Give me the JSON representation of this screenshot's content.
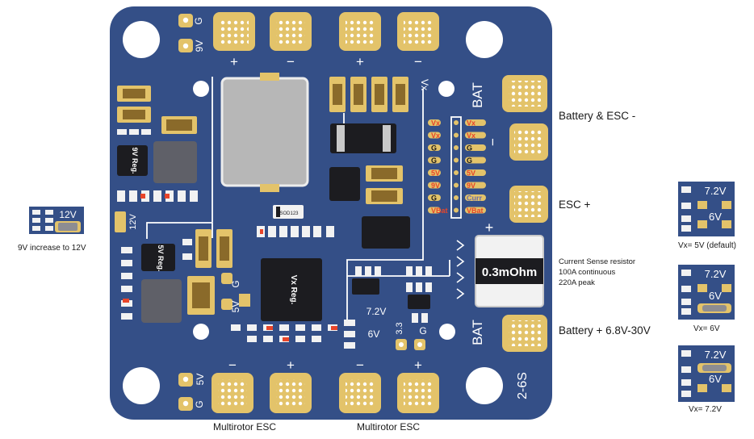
{
  "board": {
    "top_pins": [
      "G",
      "9V"
    ],
    "bottom_pins": [
      "5V",
      "G"
    ],
    "top_polarity": [
      "+",
      "−",
      "+",
      "−"
    ],
    "bottom_polarity": [
      "−",
      "+",
      "−",
      "+"
    ],
    "bat_top": "BAT",
    "bat_bottom": "BAT",
    "bat_minus": "−",
    "bat_plus": "+",
    "vx_label": "Vx",
    "reg9_label": "9V Reg.",
    "reg5_label": "5V Reg.",
    "regvx_label": "Vx Reg.",
    "label_12v": "12V",
    "label_g": "G",
    "label_5v": "5V",
    "label_72v": "7.2V",
    "label_6v": "6V",
    "label_33": "3.3",
    "label_g2": "G",
    "shunt_label": "0.3mOhm",
    "cell_label": "2-6S",
    "diode_label": "SOD123",
    "header_rows": [
      {
        "left": "Vx",
        "right": "Vx",
        "right_color": "#e8452a"
      },
      {
        "left": "Vx",
        "right": "Vx",
        "right_color": "#e8452a"
      },
      {
        "left": "G",
        "right": "G",
        "right_color": "#1a1a1a"
      },
      {
        "left": "G",
        "right": "G",
        "right_color": "#1a1a1a"
      },
      {
        "left": "5V",
        "right": "5V",
        "right_color": "#e8452a"
      },
      {
        "left": "9V",
        "right": "9V",
        "right_color": "#e8452a"
      },
      {
        "left": "G",
        "right": "Curr",
        "right_color": "#6b6fa8"
      },
      {
        "left": "VBat",
        "right": "VBat",
        "right_color": "#e8452a"
      }
    ],
    "colors": {
      "pcb": "#344f87",
      "pcb_dark": "#2a4173",
      "pad": "#e3c36a",
      "silk": "#ffffff",
      "red": "#e8452a"
    }
  },
  "captions": {
    "battery_esc_minus": "Battery & ESC -",
    "esc_plus": "ESC +",
    "current_sense": [
      "Current Sense resistor",
      "100A continuous",
      "220A peak"
    ],
    "battery_plus": "Battery +  6.8V-30V",
    "multirotor_left": "Multirotor ESC",
    "multirotor_right": "Multirotor ESC",
    "increase_12v": "9V increase to 12V",
    "vx_5v": "Vx= 5V (default)",
    "vx_6v": "Vx= 6V",
    "vx_72v": "Vx= 7.2V"
  },
  "insets": {
    "jumper_12v": "12V",
    "v72": "7.2V",
    "v6": "6V"
  }
}
